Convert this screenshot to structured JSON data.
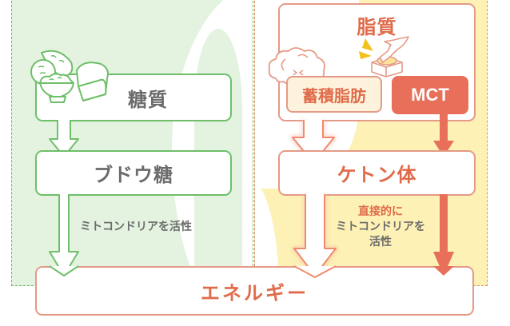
{
  "colors": {
    "carb_panel_bg": "#e3f3e0",
    "carb_border": "#6fbf6a",
    "fat_panel_bg": "#fdf1b5",
    "fat_border": "#e49a86",
    "accent_orange": "#e06b4a",
    "mct_fill": "#e8705a",
    "text_gray": "#6b6b6b"
  },
  "carb_path": {
    "source_label": "糖質",
    "source_icon": "rice-bread-potato-icon",
    "intermediate_label": "ブドウ糖",
    "note": "ミトコンドリアを活性"
  },
  "fat_path": {
    "source_label": "脂質",
    "source_icon": "mct-button-press-icon",
    "stored_fat_label": "蓄積脂肪",
    "stored_fat_icon": "fat-cell-cloud-icon",
    "mct_label": "MCT",
    "intermediate_label": "ケトン体",
    "note_accent": "直接的に",
    "note_line2": "ミトコンドリアを",
    "note_line3": "活性"
  },
  "output": {
    "label": "エネルギー"
  }
}
